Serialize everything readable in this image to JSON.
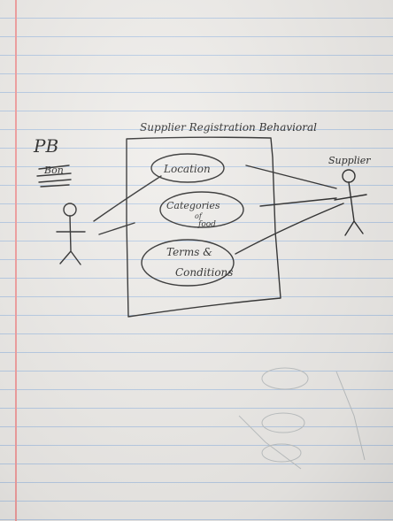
{
  "diagram": {
    "title": "Supplier Registration Behavioral",
    "use_cases": {
      "location": "Location",
      "categories_line1": "Categories",
      "categories_line2": "of",
      "categories_line3": "food",
      "terms_line1": "Terms &",
      "terms_line2": "Conditions"
    },
    "actors": {
      "left_name": "PB",
      "left_scribble": "Bon",
      "right_name": "Supplier"
    }
  },
  "colors": {
    "paper": "#efedea",
    "rule_line": "#b9cde6",
    "margin_line": "#f3a0a0",
    "ink": "#2e2e2e"
  }
}
